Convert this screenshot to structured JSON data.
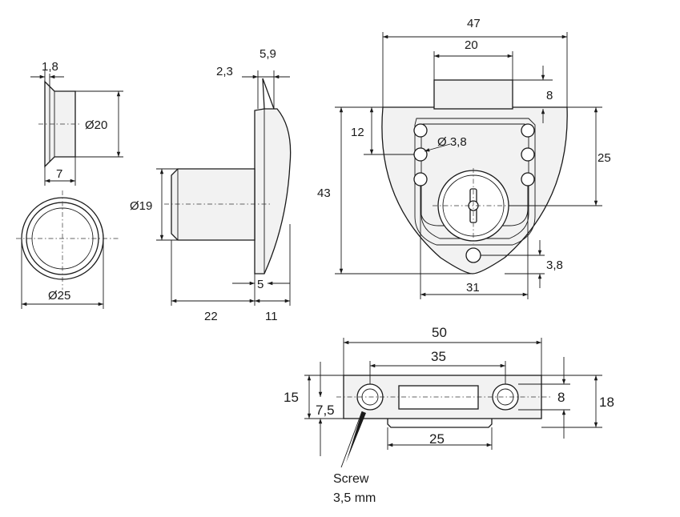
{
  "colors": {
    "line": "#1a1a1a",
    "face": "#f2f2f2",
    "background": "#ffffff"
  },
  "dims": {
    "cyl_flange": "1,8",
    "cyl_dia": "Ø20",
    "cyl_len": "7",
    "ring_dia": "Ø25",
    "side_a": "2,3",
    "side_b": "5,9",
    "side_dia": "Ø19",
    "side_c": "5",
    "side_len": "22",
    "side_body": "11",
    "front_w": "47",
    "front_top": "20",
    "front_top_h": "8",
    "front_12": "12",
    "front_hole": "Ø 3,8",
    "front_h": "43",
    "front_25": "25",
    "front_38": "3,8",
    "front_31": "31",
    "strike_50": "50",
    "strike_35": "35",
    "strike_15": "15",
    "strike_75": "7,5",
    "strike_8": "8",
    "strike_18": "18",
    "strike_25": "25"
  },
  "screw_label": [
    "Screw",
    "3,5 mm"
  ]
}
